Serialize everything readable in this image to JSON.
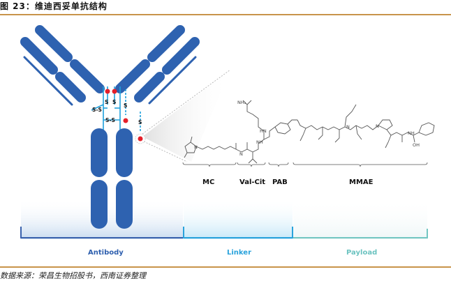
{
  "figure": {
    "title": "图 23：维迪西妥单抗结构",
    "source": "数据来源：荣昌生物招股书，西南证券整理"
  },
  "diagram": {
    "disulfide_labels": [
      "S-S",
      "S",
      "S",
      "S",
      "S-S",
      "S"
    ],
    "parts": [
      {
        "label": "MC"
      },
      {
        "label": "Val-Cit"
      },
      {
        "label": "PAB"
      },
      {
        "label": "MMAE"
      }
    ],
    "segments": [
      {
        "label": "Antibody",
        "color": "#2e5fae"
      },
      {
        "label": "Linker",
        "color": "#2aa3dc"
      },
      {
        "label": "Payload",
        "color": "#6cc3c0"
      }
    ],
    "chem_atoms": {
      "nh2": "NH₂",
      "nh": "NH",
      "hn": "HN",
      "n": "N",
      "o": "O",
      "oh": "OH",
      "h": "H"
    },
    "colors": {
      "antibody_blue": "#2e62b0",
      "hinge_cyan": "#1ea0dc",
      "drug_red": "#e5202a",
      "rule_gold": "#c8944a"
    }
  }
}
